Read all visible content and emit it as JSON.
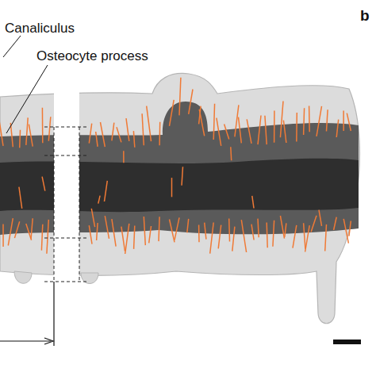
{
  "diagram": {
    "labels": [
      "Canaliculus",
      "Osteocyte process",
      "b"
    ]
  }
}
